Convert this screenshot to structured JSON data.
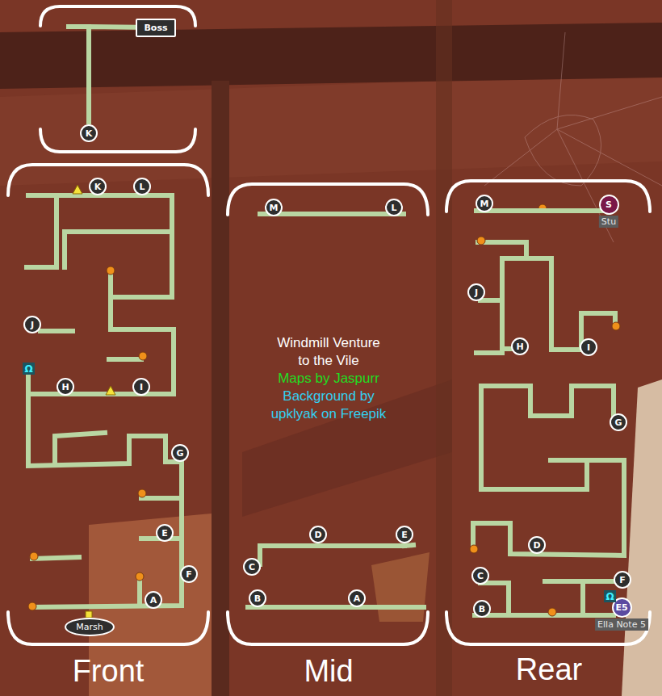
{
  "diagram": {
    "title": "Windmill Venture to the Vile",
    "nodes": [
      {
        "text": [
          "Boss"
        ]
      },
      {
        "text": [
          "K"
        ]
      },
      {
        "text": [
          "K"
        ]
      },
      {
        "text": [
          "L"
        ]
      },
      {
        "text": [
          "J"
        ]
      },
      {
        "text": [
          "H"
        ]
      },
      {
        "text": [
          "I"
        ]
      },
      {
        "text": [
          "G"
        ]
      },
      {
        "text": [
          "E"
        ]
      },
      {
        "text": [
          "F"
        ]
      },
      {
        "text": [
          "A"
        ]
      },
      {
        "text": [
          "Marsh"
        ]
      },
      {
        "text": [
          "M"
        ]
      },
      {
        "text": [
          "L"
        ]
      },
      {
        "text": [
          "D"
        ]
      },
      {
        "text": [
          "E"
        ]
      },
      {
        "text": [
          "C"
        ]
      },
      {
        "text": [
          "B"
        ]
      },
      {
        "text": [
          "A"
        ]
      },
      {
        "text": [
          "M"
        ]
      },
      {
        "text": [
          "S",
          "Stu"
        ]
      },
      {
        "text": [
          "J"
        ]
      },
      {
        "text": [
          "H"
        ]
      },
      {
        "text": [
          "I"
        ]
      },
      {
        "text": [
          "G"
        ]
      },
      {
        "text": [
          "D"
        ]
      },
      {
        "text": [
          "C"
        ]
      },
      {
        "text": [
          "F"
        ]
      },
      {
        "text": [
          "B"
        ]
      },
      {
        "text": [
          "E5",
          "Ella Note 5"
        ]
      }
    ],
    "edges": [
      {
        "from": 1,
        "to": 0,
        "arrow": "none"
      },
      {
        "from": 12,
        "to": 13,
        "arrow": "none"
      },
      {
        "from": 16,
        "to": 15,
        "arrow": "none"
      },
      {
        "from": 17,
        "to": 18,
        "arrow": "none"
      },
      {
        "from": 19,
        "to": 20,
        "arrow": "none"
      }
    ],
    "labels": [
      "Maps by Jaspurr",
      "Background by upklyak on Freepik",
      "Ω",
      "Ω",
      "Front",
      "Mid",
      "Rear"
    ]
  }
}
